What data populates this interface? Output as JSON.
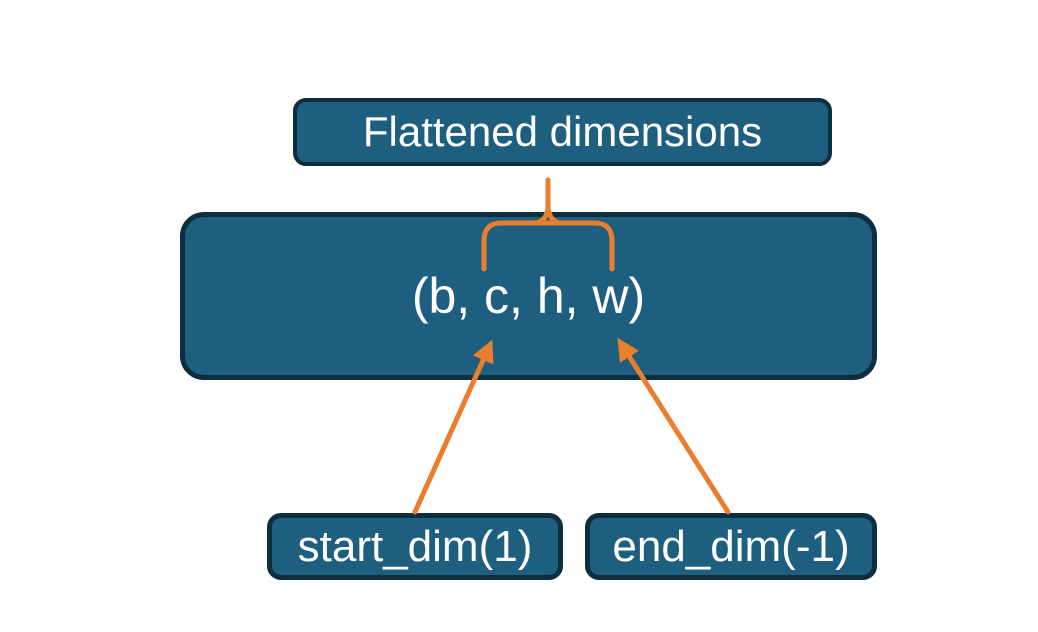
{
  "diagram": {
    "title": "Tensor flatten dimensions diagram",
    "nodes": {
      "flattened": {
        "label": "Flattened dimensions"
      },
      "shape": {
        "label": "(b, c, h, w)"
      },
      "start_dim": {
        "label": "start_dim(1)"
      },
      "end_dim": {
        "label": "end_dim(-1)"
      }
    },
    "connectors": {
      "brace": "brace grouping dims c..w under Flattened dimensions",
      "arrow_left": "arrow from start_dim(1) to dim c",
      "arrow_right": "arrow from end_dim(-1) to dim w"
    },
    "colors": {
      "node_fill": "#1E5F7F",
      "node_border": "#0D2E3E",
      "connector": "#E87E2E",
      "label_text": "#FFFFFF",
      "background": "#FFFFFF"
    }
  }
}
